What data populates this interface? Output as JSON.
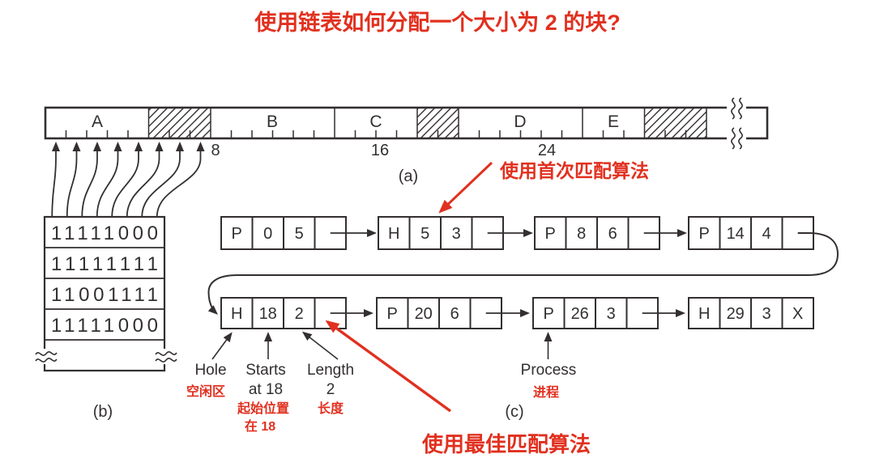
{
  "title": "使用链表如何分配一个大小为 2 的块?",
  "colors": {
    "red": "#e1301f",
    "ink": "#332f30",
    "background": "#ffffff"
  },
  "annotations": {
    "first_fit": "使用首次匹配算法",
    "best_fit": "使用最佳匹配算法"
  },
  "memory_bar": {
    "sub_label": "(a)",
    "segment_labels": [
      "A",
      "B",
      "C",
      "D",
      "E"
    ],
    "tick_labels": [
      "8",
      "16",
      "24"
    ]
  },
  "bitmap": {
    "sub_label": "(b)",
    "rows": [
      "11111000",
      "11111111",
      "11001111",
      "11111000"
    ]
  },
  "linked_list": {
    "sub_label": "(c)",
    "row1": [
      [
        "P",
        "0",
        "5",
        ""
      ],
      [
        "H",
        "5",
        "3",
        ""
      ],
      [
        "P",
        "8",
        "6",
        ""
      ],
      [
        "P",
        "14",
        "4",
        ""
      ]
    ],
    "row2": [
      [
        "H",
        "18",
        "2",
        ""
      ],
      [
        "P",
        "20",
        "6",
        ""
      ],
      [
        "P",
        "26",
        "3",
        ""
      ],
      [
        "H",
        "29",
        "3",
        "X"
      ]
    ]
  },
  "legend": {
    "hole": {
      "en": "Hole",
      "zh": "空闲区"
    },
    "starts": {
      "en1": "Starts",
      "en2": "at 18",
      "zh1": "起始位置",
      "zh2": "在 18"
    },
    "length": {
      "en1": "Length",
      "en2": "2",
      "zh": "长度"
    },
    "process": {
      "en": "Process",
      "zh": "进程"
    }
  }
}
